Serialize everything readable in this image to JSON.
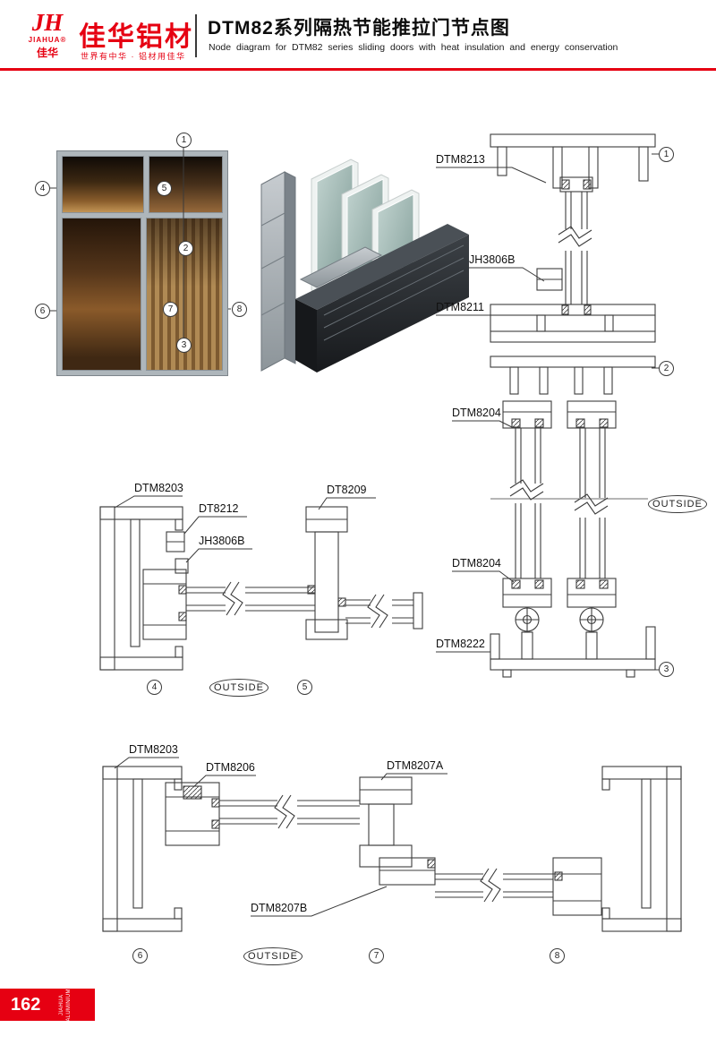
{
  "colors": {
    "accent_red": "#e60012",
    "line_color": "#3c3c3c"
  },
  "header": {
    "logo_monogram": "JH",
    "logo_en": "JIAHUA",
    "logo_reg": "®",
    "logo_cn": "佳华",
    "brand": "佳华铝材",
    "tagline": "世界有中华 · 铝材用佳华",
    "title": "DTM82系列隔热节能推拉门节点图",
    "subtitle": "Node diagram for DTM82 series sliding doors with heat insulation and energy conservation"
  },
  "callouts": {
    "c1": "1",
    "c2": "2",
    "c3": "3",
    "c4": "4",
    "c5": "5",
    "c6": "6",
    "c7": "7",
    "c8": "8"
  },
  "right_section": {
    "label_dtm8213": "DTM8213",
    "label_jh3806b": "JH3806B",
    "label_dtm8211": "DTM8211",
    "label_dtm8204_top": "DTM8204",
    "label_dtm8204_bottom": "DTM8204",
    "label_dtm8222": "DTM8222",
    "outside": "OUTSIDE"
  },
  "mid_section": {
    "label_dtm8203": "DTM8203",
    "label_dt8212": "DT8212",
    "label_jh3806b": "JH3806B",
    "label_dt8209": "DT8209",
    "outside": "OUTSIDE"
  },
  "bottom_section": {
    "label_dtm8203": "DTM8203",
    "label_dtm8206": "DTM8206",
    "label_dtm8207a": "DTM8207A",
    "label_dtm8207b": "DTM8207B",
    "outside": "OUTSIDE"
  },
  "footer": {
    "page_number": "162",
    "brand_en_1": "JIAHUA",
    "brand_en_2": "ALUMINIUM"
  }
}
